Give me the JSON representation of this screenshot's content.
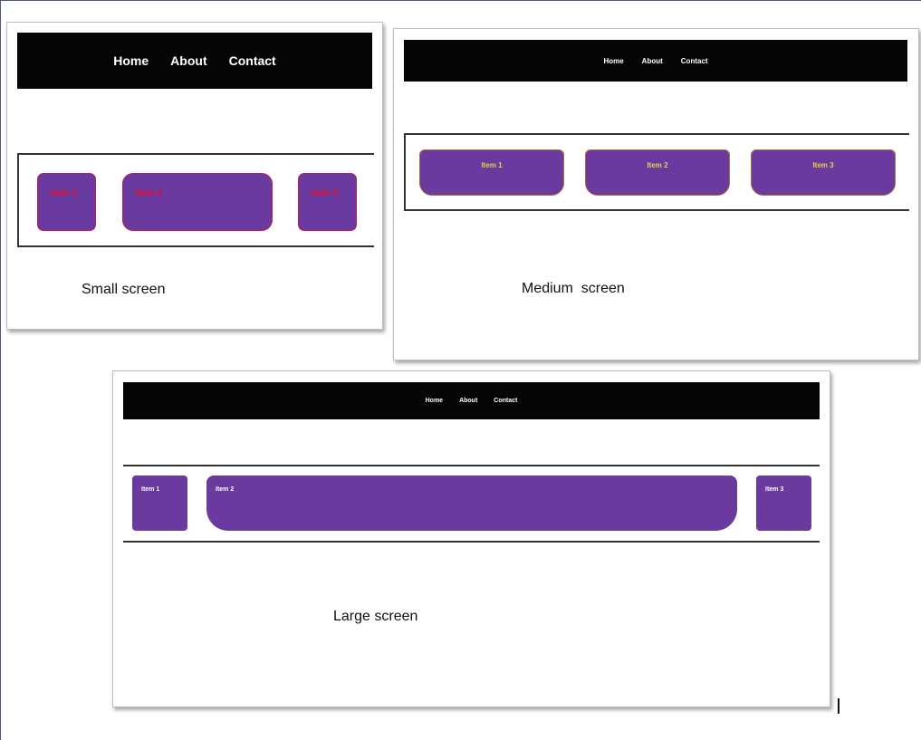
{
  "colors": {
    "nav_background": "#050505",
    "item_background": "#6a3a9e",
    "small_item_text": "#e0102a",
    "medium_item_text": "#e8d24a",
    "large_item_text": "#ffffff"
  },
  "small": {
    "nav": [
      "Home",
      "About",
      "Contact"
    ],
    "items": [
      "Item 1",
      "Item 2",
      "Item 3"
    ],
    "caption": "Small screen"
  },
  "medium": {
    "nav": [
      "Home",
      "About",
      "Contact"
    ],
    "items": [
      "Item 1",
      "Item 2",
      "Item 3"
    ],
    "caption": "Medium  screen"
  },
  "large": {
    "nav": [
      "Home",
      "About",
      "Contact"
    ],
    "items": [
      "Item 1",
      "Item 2",
      "Item 3"
    ],
    "caption": "Large screen"
  }
}
